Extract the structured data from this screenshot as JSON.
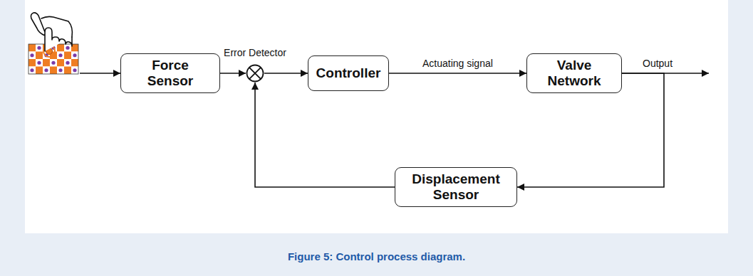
{
  "diagram": {
    "caption": "Figure 5: Control process diagram.",
    "nodes": [
      {
        "text": [
          "Force Sensor"
        ]
      },
      {
        "text": [
          "Error Detector"
        ]
      },
      {
        "text": [
          "Controller"
        ]
      },
      {
        "text": [
          "Valve Network"
        ]
      },
      {
        "text": [
          "Displacement Sensor"
        ]
      }
    ],
    "edges": [
      {
        "from": 0,
        "to": 1,
        "arrow": "to"
      },
      {
        "from": 1,
        "to": 2,
        "arrow": "to"
      },
      {
        "from": 2,
        "to": 3,
        "label": "Actuating signal",
        "arrow": "to"
      },
      {
        "from": 3,
        "to": 4,
        "arrow": "to"
      },
      {
        "from": 4,
        "to": 1,
        "arrow": "to"
      }
    ],
    "labels": [
      "Output"
    ]
  }
}
